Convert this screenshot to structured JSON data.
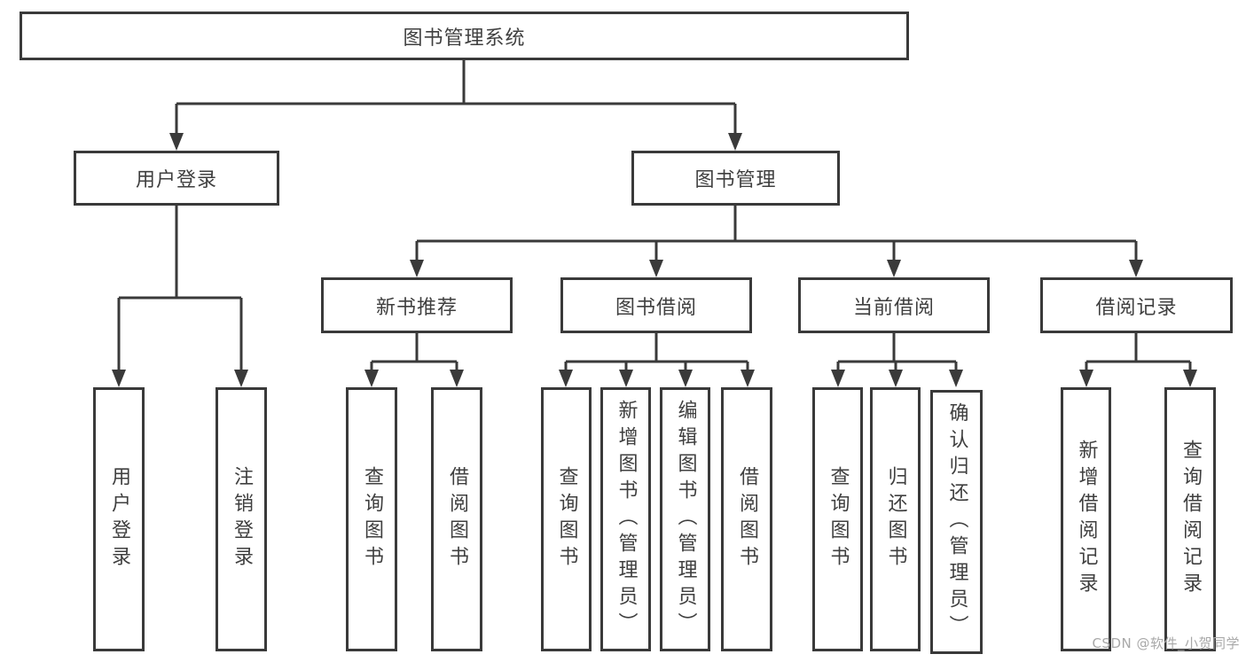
{
  "nodes": {
    "root": "图书管理系统",
    "user_login": "用户登录",
    "book_mgmt": "图书管理",
    "new_book_rec": "新书推荐",
    "book_borrow": "图书借阅",
    "current_borrow": "当前借阅",
    "borrow_records": "借阅记录",
    "leaf_user_login": "用户登录",
    "leaf_logout": "注销登录",
    "leaf_nb_query": "查询图书",
    "leaf_nb_borrow": "借阅图书",
    "leaf_bb_query": "查询图书",
    "leaf_bb_add": "新增图书（管理员）",
    "leaf_bb_edit": "编辑图书（管理员）",
    "leaf_bb_borrow": "借阅图书",
    "leaf_cb_query": "查询图书",
    "leaf_cb_return": "归还图书",
    "leaf_cb_confirm": "确认归还（管理员）",
    "leaf_br_add": "新增借阅记录",
    "leaf_br_query": "查询借阅记录"
  },
  "watermark": "CSDN @软件_小贺同学",
  "colors": {
    "line": "#3a3a3a",
    "text": "#3f3f3f",
    "background": "#ffffff",
    "watermark": "#a8a8a8"
  }
}
